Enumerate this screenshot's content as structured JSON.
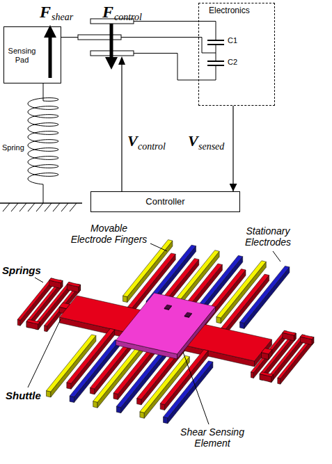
{
  "diagram": {
    "nodes": [
      {
        "text": [
          "Sensing Pad"
        ]
      },
      {
        "text": [
          "Electronics"
        ]
      },
      {
        "text": [
          "Controller"
        ]
      }
    ],
    "edges": [
      {
        "from": 1,
        "to": 2,
        "arrow": "to"
      }
    ],
    "labels": [
      "F",
      "shear",
      "F",
      "control",
      "C1",
      "C2",
      "V",
      "control",
      "V",
      "sensed",
      "Spring",
      "Movable Electrode Fingers",
      "Stationary Electrodes",
      "Springs",
      "Shuttle",
      "Shear Sensing Element"
    ]
  }
}
